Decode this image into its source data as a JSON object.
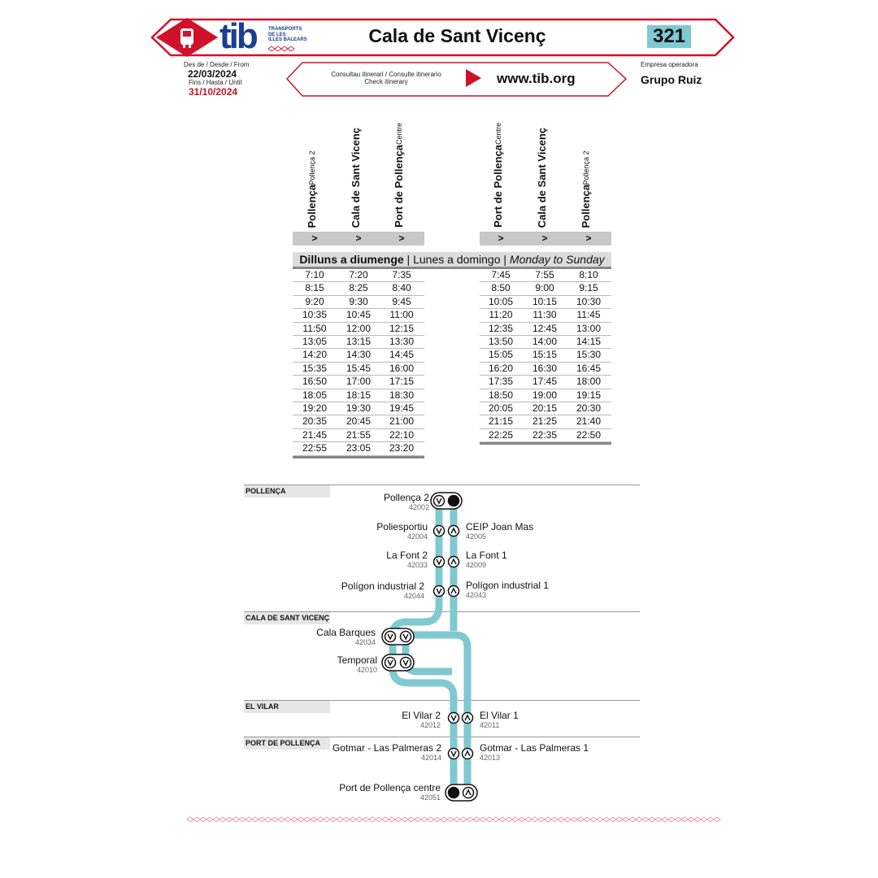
{
  "header": {
    "logo_text": "tib",
    "logo_subtitle": [
      "TRANSPORTS",
      "DE LES",
      "ILLES BALEARS"
    ],
    "title": "Cala de Sant Vicenç",
    "line_number": "321",
    "from_label": "Des de / Desde / From",
    "from_date": "22/03/2024",
    "until_label": "Fins / Hasta / Until",
    "until_date": "31/10/2024",
    "consult_line1": "Consultau itinerari / Consulte itinerario",
    "consult_line2": "Check itinerary",
    "website": "www.tib.org",
    "operator_label": "Empresa operadora",
    "operator": "Grupo Ruiz"
  },
  "colors": {
    "red": "#d0112b",
    "teal": "#7fc9d1",
    "blue": "#1a3f8f"
  },
  "timetable": {
    "left_columns": [
      {
        "name": "Pollença",
        "sub": "Pollença 2"
      },
      {
        "name": "Cala de Sant Vicenç",
        "sub": ""
      },
      {
        "name": "Port de Pollença",
        "sub": "Centre"
      }
    ],
    "right_columns": [
      {
        "name": "Port de Pollença",
        "sub": "Centre"
      },
      {
        "name": "Cala de Sant Vicenç",
        "sub": ""
      },
      {
        "name": "Pollença",
        "sub": "Pollença 2"
      }
    ],
    "arrow": ">",
    "day_bold": "Dilluns a diumenge",
    "day_sep1": " | Lunes a domingo | ",
    "day_italic": "Monday to Sunday",
    "left_rows": [
      [
        "7:10",
        "7:20",
        "7:35"
      ],
      [
        "8:15",
        "8:25",
        "8:40"
      ],
      [
        "9:20",
        "9:30",
        "9:45"
      ],
      [
        "10:35",
        "10:45",
        "11:00"
      ],
      [
        "11:50",
        "12:00",
        "12:15"
      ],
      [
        "13:05",
        "13:15",
        "13:30"
      ],
      [
        "14:20",
        "14:30",
        "14:45"
      ],
      [
        "15:35",
        "15:45",
        "16:00"
      ],
      [
        "16:50",
        "17:00",
        "17:15"
      ],
      [
        "18:05",
        "18:15",
        "18:30"
      ],
      [
        "19:20",
        "19:30",
        "19:45"
      ],
      [
        "20:35",
        "20:45",
        "21:00"
      ],
      [
        "21:45",
        "21:55",
        "22:10"
      ],
      [
        "22:55",
        "23:05",
        "23:20"
      ]
    ],
    "right_rows": [
      [
        "7:45",
        "7:55",
        "8:10"
      ],
      [
        "8:50",
        "9:00",
        "9:15"
      ],
      [
        "10:05",
        "10:15",
        "10:30"
      ],
      [
        "11:20",
        "11:30",
        "11:45"
      ],
      [
        "12:35",
        "12:45",
        "13:00"
      ],
      [
        "13:50",
        "14:00",
        "14:15"
      ],
      [
        "15:05",
        "15:15",
        "15:30"
      ],
      [
        "16:20",
        "16:30",
        "16:45"
      ],
      [
        "17:35",
        "17:45",
        "18:00"
      ],
      [
        "18:50",
        "19:00",
        "19:15"
      ],
      [
        "20:05",
        "20:15",
        "20:30"
      ],
      [
        "21:15",
        "21:25",
        "21:40"
      ],
      [
        "22:25",
        "22:35",
        "22:50"
      ]
    ]
  },
  "route": {
    "sections": [
      "POLLENÇA",
      "CALA DE SANT VICENÇ",
      "EL VILAR",
      "PORT DE POLLENÇA"
    ],
    "stops": [
      {
        "name": "Pollença 2",
        "code": "42002"
      },
      {
        "name": "Poliesportiu",
        "code": "42004"
      },
      {
        "name": "CEIP Joan Mas",
        "code": "42005"
      },
      {
        "name": "La Font 2",
        "code": "42033"
      },
      {
        "name": "La Font 1",
        "code": "42009"
      },
      {
        "name": "Polígon industrial 2",
        "code": "42044"
      },
      {
        "name": "Polígon industrial 1",
        "code": "42043"
      },
      {
        "name": "Cala Barques",
        "code": "42034"
      },
      {
        "name": "Temporal",
        "code": "42010"
      },
      {
        "name": "El Vilar 2",
        "code": "42012"
      },
      {
        "name": "El Vilar 1",
        "code": "42011"
      },
      {
        "name": "Gotmar - Las Palmeras 2",
        "code": "42014"
      },
      {
        "name": "Gotmar - Las Palmeras 1",
        "code": "42013"
      },
      {
        "name": "Port de Pollença centre",
        "code": "42051"
      }
    ]
  }
}
